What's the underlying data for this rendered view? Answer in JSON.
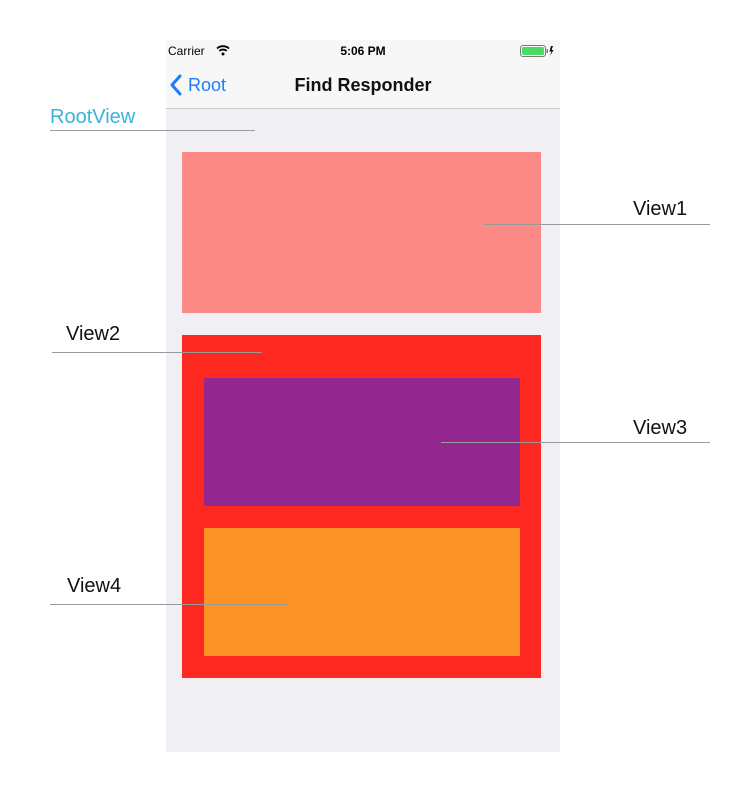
{
  "status_bar": {
    "carrier": "Carrier",
    "time": "5:06 PM",
    "wifi_icon": "wifi-icon",
    "battery_icon": "battery-charging-icon"
  },
  "nav_bar": {
    "back_label": "Root",
    "back_icon": "chevron-left-icon",
    "title": "Find Responder"
  },
  "views": {
    "view1": {
      "color": "#fe8a87"
    },
    "view2": {
      "color": "#fd2920"
    },
    "view3": {
      "color": "#93278f"
    },
    "view4": {
      "color": "#fd9327"
    }
  },
  "annotations": {
    "root_view": "RootView",
    "view1": "View1",
    "view2": "View2",
    "view3": "View3",
    "view4": "View4"
  },
  "colors": {
    "accent": "#1a7ef5",
    "root_label": "#3ab2de",
    "background": "#efeff4",
    "leader_line": "#9a9a9a"
  }
}
